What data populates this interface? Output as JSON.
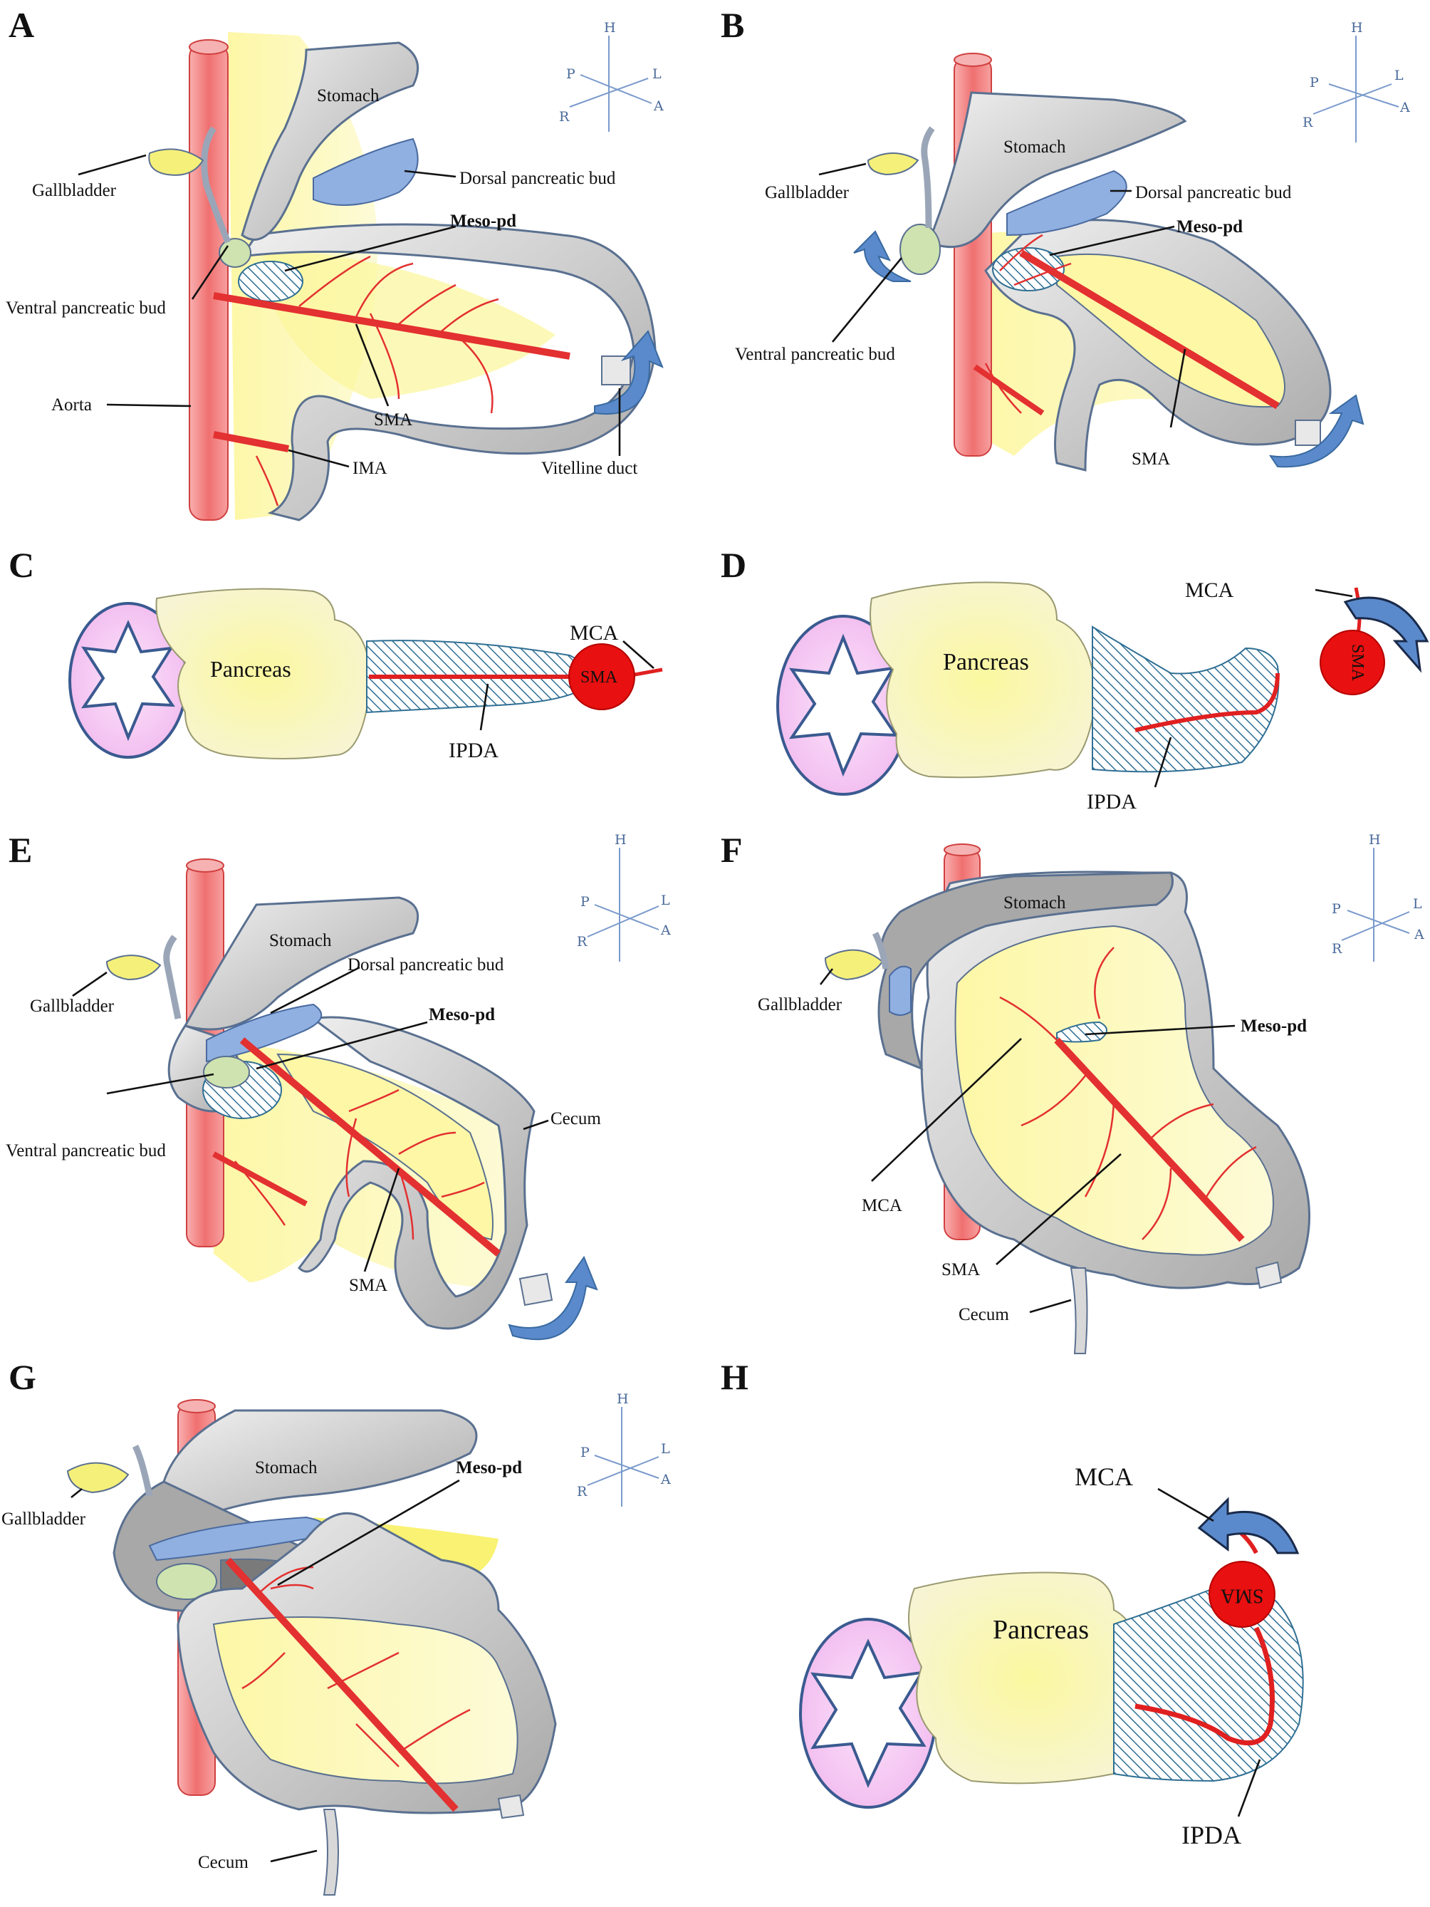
{
  "panels": {
    "A": {
      "label": "A",
      "stomach": "Stomach",
      "gallbladder": "Gallbladder",
      "dorsal": "Dorsal pancreatic bud",
      "mesopd": "Meso-pd",
      "ventral": "Ventral pancreatic bud",
      "aorta": "Aorta",
      "sma": "SMA",
      "ima": "IMA",
      "vitelline": "Vitelline duct"
    },
    "B": {
      "label": "B",
      "stomach": "Stomach",
      "gallbladder": "Gallbladder",
      "dorsal": "Dorsal pancreatic bud",
      "mesopd": "Meso-pd",
      "ventral": "Ventral pancreatic bud",
      "sma": "SMA"
    },
    "C": {
      "label": "C",
      "pancreas": "Pancreas",
      "sma": "SMA",
      "mca": "MCA",
      "ipda": "IPDA"
    },
    "D": {
      "label": "D",
      "pancreas": "Pancreas",
      "sma": "SMA",
      "mca": "MCA",
      "ipda": "IPDA"
    },
    "E": {
      "label": "E",
      "stomach": "Stomach",
      "gallbladder": "Gallbladder",
      "dorsal": "Dorsal pancreatic bud",
      "mesopd": "Meso-pd",
      "ventral": "Ventral pancreatic bud",
      "cecum": "Cecum",
      "sma": "SMA"
    },
    "F": {
      "label": "F",
      "stomach": "Stomach",
      "gallbladder": "Gallbladder",
      "mesopd": "Meso-pd",
      "mca": "MCA",
      "sma": "SMA",
      "cecum": "Cecum"
    },
    "G": {
      "label": "G",
      "stomach": "Stomach",
      "gallbladder": "Gallbladder",
      "mesopd": "Meso-pd",
      "cecum": "Cecum"
    },
    "H": {
      "label": "H",
      "pancreas": "Pancreas",
      "sma": "SMA",
      "mca": "MCA",
      "ipda": "IPDA"
    }
  },
  "axes": {
    "h": "H",
    "l": "L",
    "a": "A",
    "p": "P",
    "r": "R"
  },
  "colors": {
    "aorta": "#f07a7a",
    "artery": "#e02020",
    "mesentery": "#fdfbc4",
    "gut": "#d8d8d8",
    "gut_outline": "#5a7090",
    "dorsal_bud": "#8fb0e0",
    "ventral_bud": "#cfe3b0",
    "gallbladder": "#f5f07a",
    "pancreas": "#f9f5b8",
    "duodenum": "#f3c6f0",
    "hatch": "#2f6f94",
    "sma_node": "#e81010",
    "rotation_arrow": "#5a8acc"
  }
}
